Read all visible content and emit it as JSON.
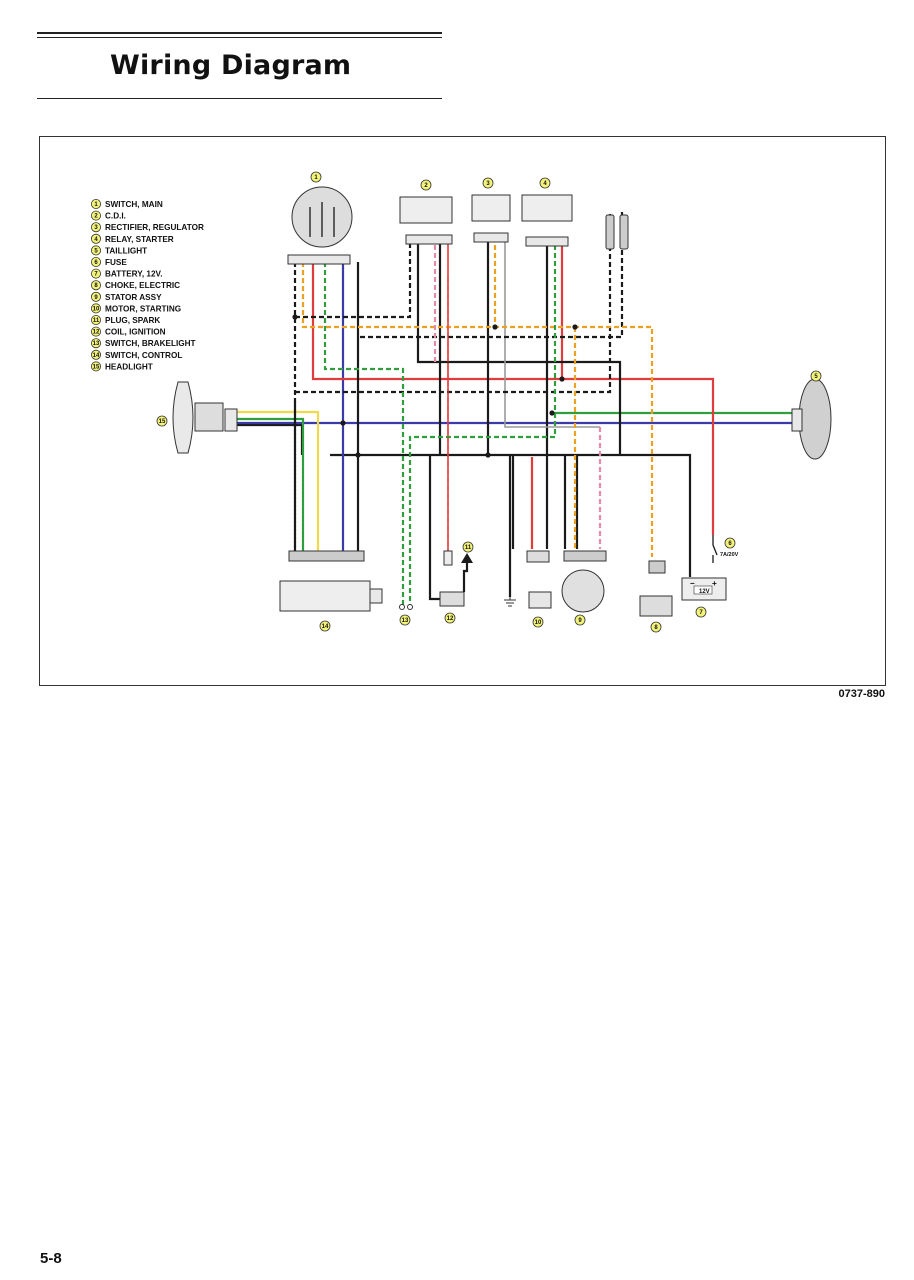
{
  "header": {
    "title": "Wiring Diagram"
  },
  "legend": [
    {
      "num": "1",
      "label": "SWITCH, MAIN"
    },
    {
      "num": "2",
      "label": "C.D.I."
    },
    {
      "num": "3",
      "label": "RECTIFIER, REGULATOR"
    },
    {
      "num": "4",
      "label": "RELAY, STARTER"
    },
    {
      "num": "5",
      "label": "TAILLIGHT"
    },
    {
      "num": "6",
      "label": "FUSE"
    },
    {
      "num": "7",
      "label": "BATTERY, 12V."
    },
    {
      "num": "8",
      "label": "CHOKE, ELECTRIC"
    },
    {
      "num": "9",
      "label": "STATOR ASSY"
    },
    {
      "num": "10",
      "label": "MOTOR, STARTING"
    },
    {
      "num": "11",
      "label": "PLUG, SPARK"
    },
    {
      "num": "12",
      "label": "COIL, IGNITION"
    },
    {
      "num": "13",
      "label": "SWITCH, BRAKELIGHT"
    },
    {
      "num": "14",
      "label": "SWITCH, CONTROL"
    },
    {
      "num": "15",
      "label": "HEADLIGHT"
    }
  ],
  "component_labels": {
    "main_switch": "1",
    "cdi": "2",
    "rectifier": "3",
    "relay": "4",
    "taillight": "5",
    "fuse": "6",
    "battery": "7",
    "choke": "8",
    "stator": "9",
    "starter_motor": "10",
    "spark_plug": "11",
    "ignition_coil": "12",
    "brake_switch": "13",
    "control_switch": "14",
    "headlight": "15"
  },
  "fuse_rating": "7A/20V",
  "battery_text": "12V",
  "battery_polarity": {
    "negative": "−",
    "positive": "+"
  },
  "figure_number": "0737-890",
  "page_number": "5-8",
  "wire_colors": {
    "black": "#1a1a1a",
    "red": "#e23b3b",
    "blue": "#3a3aa8",
    "green": "#2f9e3f",
    "yellow": "#f0d94a",
    "orange": "#f0a020",
    "pink": "#e58aa8",
    "gray": "#9a9a9a"
  },
  "icons": {
    "ground": "ground-symbol-icon",
    "spark_arrow": "spark-arrow-icon",
    "headlight": "headlight-icon",
    "taillight": "taillight-icon"
  }
}
